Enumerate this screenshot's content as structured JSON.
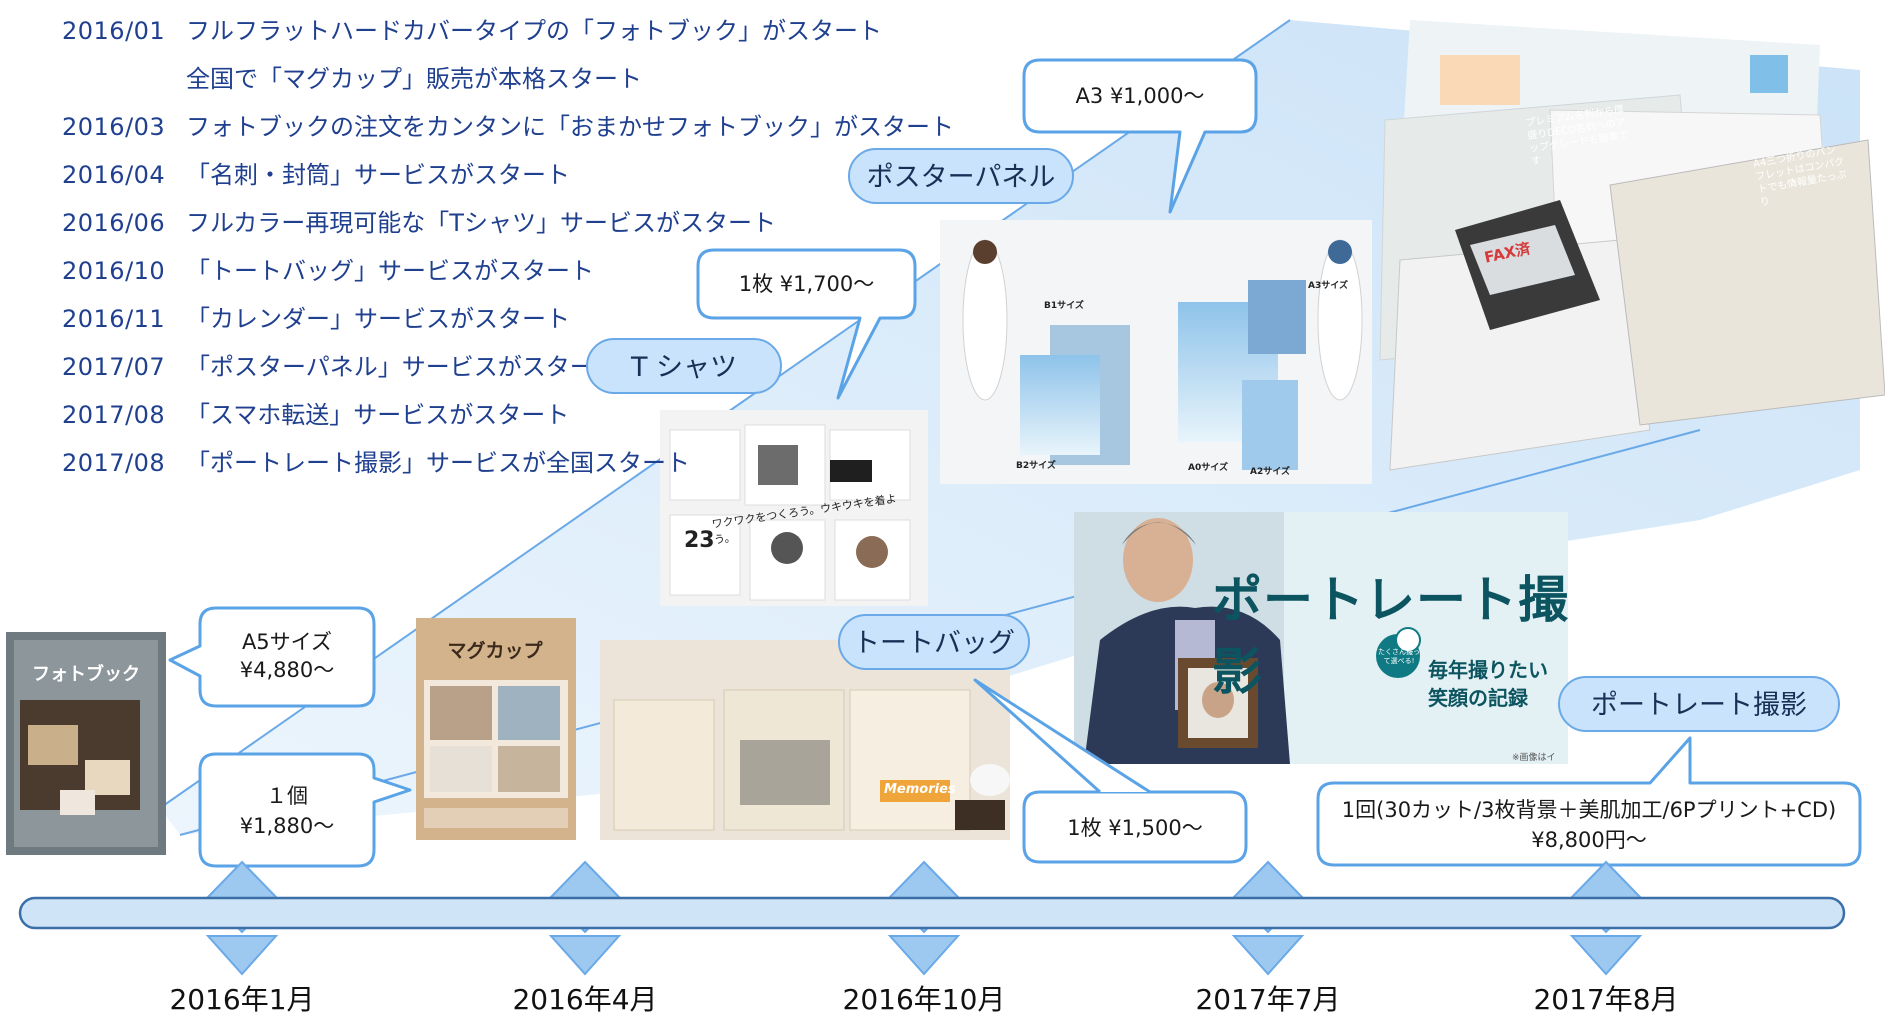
{
  "history": [
    {
      "date": "2016/01",
      "text": "フルフラットハードカバータイプの「フォトブック」がスタート"
    },
    {
      "date": "",
      "text": "全国で「マグカップ」販売が本格スタート"
    },
    {
      "date": "2016/03",
      "text": "フォトブックの注文をカンタンに「おまかせフォトブック」がスタート"
    },
    {
      "date": "2016/04",
      "text": "「名刺・封筒」サービスがスタート"
    },
    {
      "date": "2016/06",
      "text": "フルカラー再現可能な「Tシャツ」サービスがスタート"
    },
    {
      "date": "2016/10",
      "text": "「トートバッグ」サービスがスタート"
    },
    {
      "date": "2016/11",
      "text": "「カレンダー」サービスがスタート"
    },
    {
      "date": "2017/07",
      "text": "「ポスターパネル」サービスがスタート"
    },
    {
      "date": "2017/08",
      "text": "「スマホ転送」サービスがスタート"
    },
    {
      "date": "2017/08",
      "text": "「ポートレート撮影」サービスが全国スタート"
    }
  ],
  "pills": {
    "poster": "ポスターパネル",
    "tshirt": "T シャツ",
    "tote": "トートバッグ",
    "portrait": "ポートレート撮影"
  },
  "prices": {
    "poster": "A3 ¥1,000～",
    "tshirt": "1枚 ¥1,700～",
    "photobook_size": "A5サイズ",
    "photobook_price": "¥4,880～",
    "mug_unit": "１個",
    "mug_price": "¥1,880～",
    "tote": "1枚 ¥1,500～",
    "portrait_detail": "1回(30カット/3枚背景＋美肌加工/6Pプリント+CD)",
    "portrait_price": "¥8,800円～"
  },
  "timeline": [
    "2016年1月",
    "2016年4月",
    "2016年10月",
    "2017年7月",
    "2017年8月"
  ],
  "photo_text": {
    "photobook_title": "フォトブック",
    "mug_title": "マグカップ",
    "portrait_title": "ポートレート撮影",
    "portrait_sub1": "毎年撮りたい",
    "portrait_sub2": "笑顔の記録",
    "portrait_badge": "たくさん撮って選べる!",
    "portrait_note": "※画像はイ",
    "tshirt_msg": "ワクワクをつくろう。ウキウキを着よう。",
    "tshirt_num": "23",
    "poster_b1": "B1サイズ",
    "poster_b2": "B2サイズ",
    "poster_a0": "A0サイズ",
    "poster_a2": "A2サイズ",
    "poster_a3": "A3サイズ",
    "tote_memories": "Memories",
    "biz_fax": "FAX済",
    "biz_premium": "プレミアム名刺から厚盛りDECO名刺へのアップグレードも簡単です",
    "biz_pamphlet": "A4三つ折りのパンフレットはコンパクトでも情報量たっぷり"
  },
  "colors": {
    "accent_text": "#1f3f8f",
    "pill_fill": "#c8e3fb",
    "pill_border": "#6aa9e8",
    "timeline_fill": "#cfe4f7",
    "timeline_border": "#3a6fa8",
    "diamond_fill": "#9dc8ef"
  }
}
